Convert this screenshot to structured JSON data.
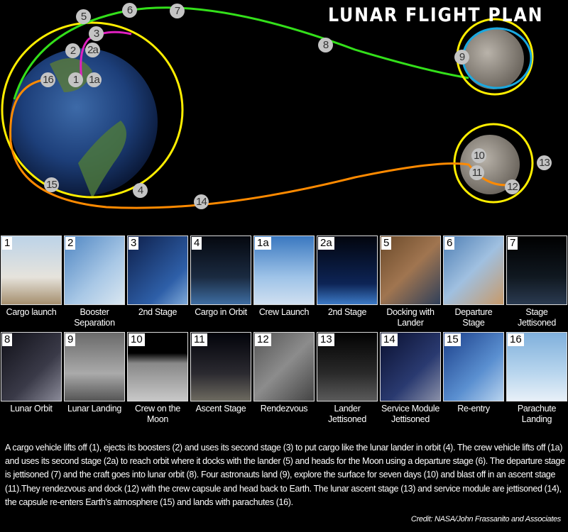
{
  "title": "LUNAR FLIGHT PLAN",
  "diagram_steps": [
    "5",
    "6",
    "7",
    "3",
    "2",
    "2a",
    "16",
    "1",
    "1a",
    "15",
    "4",
    "14",
    "8",
    "9",
    "10",
    "11",
    "12",
    "13"
  ],
  "panels_row1": [
    {
      "num": "1",
      "caption": "Cargo launch",
      "bg": "linear-gradient(#bcd3e8,#e6e3dc 60%,#a58f6e)"
    },
    {
      "num": "2",
      "caption": "Booster Separation",
      "bg": "linear-gradient(135deg,#4f86c3,#a9c8e6 60%,#d9e6f0)"
    },
    {
      "num": "3",
      "caption": "2nd Stage",
      "bg": "linear-gradient(135deg,#0e1f4a,#2e5fa8 70%,#7fa9d8)"
    },
    {
      "num": "4",
      "caption": "Cargo in Orbit",
      "bg": "linear-gradient(#05080f,#1a2a40 60%,#3e6da2)"
    },
    {
      "num": "1a",
      "caption": "Crew Launch",
      "bg": "linear-gradient(#3a78c0,#9ec3e8 60%,#cfdff0)"
    },
    {
      "num": "2a",
      "caption": "2nd Stage",
      "bg": "linear-gradient(#02050d,#0d2456 70%,#3c7ac6)"
    },
    {
      "num": "5",
      "caption": "Docking with Lander",
      "bg": "linear-gradient(135deg,#6b4a2a,#a07550 50%,#30405a)"
    },
    {
      "num": "6",
      "caption": "Departure Stage",
      "bg": "linear-gradient(135deg,#4f7fb5,#a0c0e0 50%,#c79a6a)"
    },
    {
      "num": "7",
      "caption": "Stage Jettisoned",
      "bg": "linear-gradient(#000,#101820 60%,#2a3a50)"
    }
  ],
  "panels_row2": [
    {
      "num": "8",
      "caption": "Lunar Orbit",
      "bg": "linear-gradient(135deg,#101018,#3a3a48 60%,#8a8a98)"
    },
    {
      "num": "9",
      "caption": "Lunar Landing",
      "bg": "linear-gradient(#6a6a6a,#aaa 60%,#555)"
    },
    {
      "num": "10",
      "caption": "Crew on the Moon",
      "bg": "linear-gradient(#000 30%,#888 45%,#c8c8c8)"
    },
    {
      "num": "11",
      "caption": "Ascent Stage",
      "bg": "linear-gradient(#02030a,#2b2a30 60%,#6d6a60)"
    },
    {
      "num": "12",
      "caption": "Rendezvous",
      "bg": "linear-gradient(135deg,#555,#8c8c8c 50%,#444)"
    },
    {
      "num": "13",
      "caption": "Lander Jettisoned",
      "bg": "linear-gradient(#020202,#2a2a2a 60%,#5a5a5a)"
    },
    {
      "num": "14",
      "caption": "Service Module Jettisoned",
      "bg": "linear-gradient(135deg,#0a1030,#2a3a70 60%,#8a90a8)"
    },
    {
      "num": "15",
      "caption": "Re-entry",
      "bg": "linear-gradient(135deg,#1b3f8a,#5a8fd0 60%,#b8d3ee)"
    },
    {
      "num": "16",
      "caption": "Parachute Landing",
      "bg": "linear-gradient(#7fb0dc,#b9d6ee 60%,#e8f0f8)"
    }
  ],
  "description": "A cargo vehicle lifts off (1), ejects its boosters (2) and uses its second stage (3) to put cargo like the lunar lander in orbit (4). The crew vehicle lifts off (1a) and uses its second stage (2a) to reach orbit where it docks with the lander (5) and heads for the Moon using a departure stage (6).  The departure stage is jettisoned (7) and the craft goes into lunar orbit (8). Four astronauts land (9), explore the surface for seven days (10) and blast off in an ascent stage (11).They rendezvous and dock (12) with the crew capsule and head back to Earth. The lunar ascent stage (13) and service module are jettisoned (14), the capsule re-enters Earth’s atmosphere (15) and lands with parachutes (16).",
  "credit": "Credit: NASA/John Frassanito and Associates",
  "colors": {
    "outbound": "#33e01a",
    "orbit": "#ffee00",
    "return": "#ff8a00",
    "ascent": "#e020c0",
    "lunar_orbit": "#1aa8e0"
  }
}
